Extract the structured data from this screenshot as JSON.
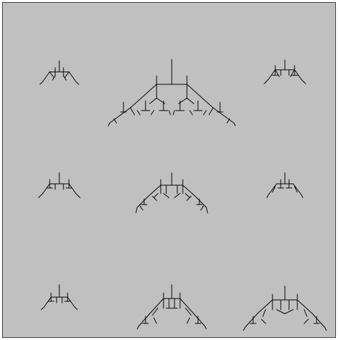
{
  "canvas": {
    "background_color": "#c0c0c0",
    "border_color": "#3c3c3c",
    "stroke_color": "#000000"
  },
  "grid": {
    "rows": 3,
    "cols": 3,
    "cells": [
      {
        "id": "r1c1",
        "depth": 2
      },
      {
        "id": "r1c2",
        "depth": 3
      },
      {
        "id": "r1c3",
        "depth": 2
      },
      {
        "id": "r2c1",
        "depth": 2
      },
      {
        "id": "r2c2",
        "depth": 3
      },
      {
        "id": "r2c3",
        "depth": 2
      },
      {
        "id": "r3c1",
        "depth": 2
      },
      {
        "id": "r3c2",
        "depth": 3
      },
      {
        "id": "r3c3",
        "depth": 3
      }
    ]
  }
}
